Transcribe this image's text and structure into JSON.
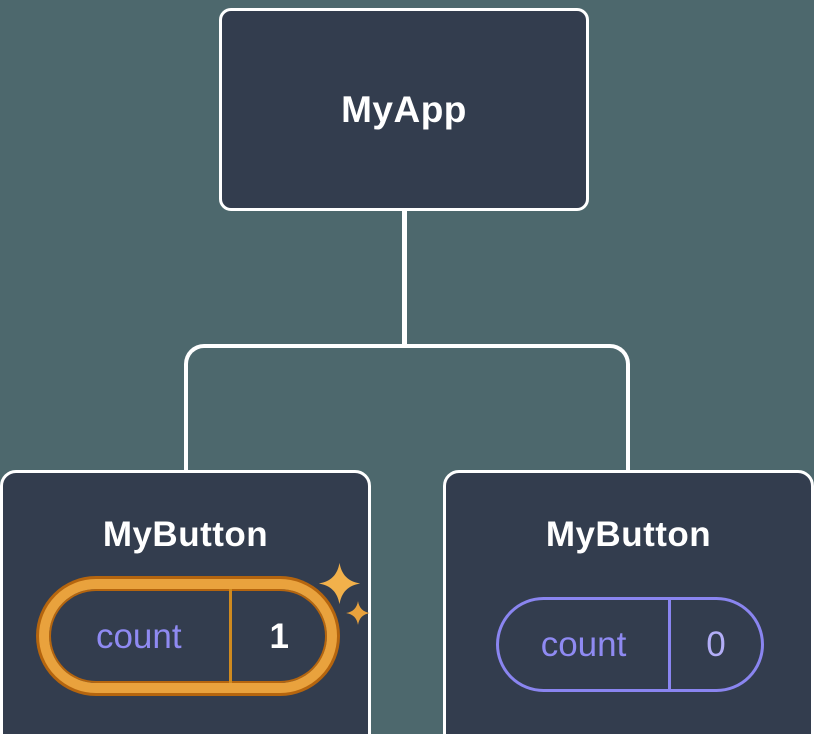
{
  "diagram": {
    "root": {
      "label": "MyApp"
    },
    "children": [
      {
        "label": "MyButton",
        "state": {
          "key": "count",
          "value": "1"
        },
        "highlighted": true
      },
      {
        "label": "MyButton",
        "state": {
          "key": "count",
          "value": "0"
        },
        "highlighted": false
      }
    ]
  },
  "icons": {
    "sparkles_large": "sparkle-icon",
    "sparkles_small": "sparkle-icon"
  },
  "colors": {
    "bg": "#4d686d",
    "node_fill": "#333d4e",
    "node_border": "#ffffff",
    "connector": "#ffffff",
    "title": "#ffffff",
    "purple": "#8a85f0",
    "purple_text": "#8f8af2",
    "purple_value": "#b3aef7",
    "orange": "#e9a23d",
    "orange_dark": "#b5650e",
    "orange_divider": "#cf8a1f",
    "value_left": "#ffffff",
    "sparkle": "#f2b14b",
    "sparkle_small": "#e9a23d"
  }
}
